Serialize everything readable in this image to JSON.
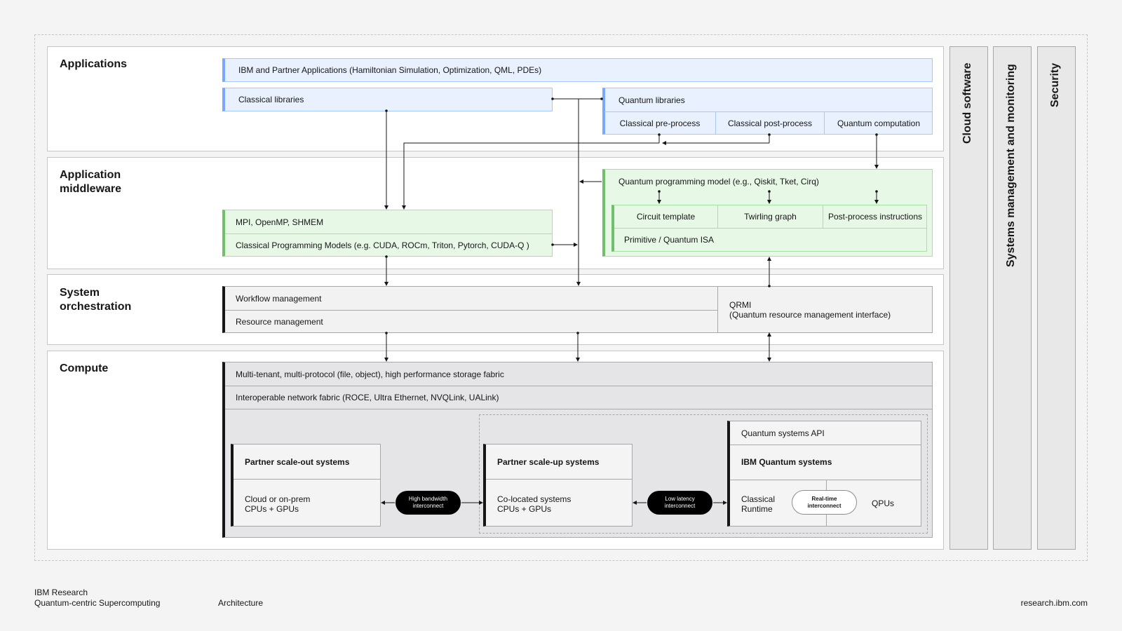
{
  "layers": {
    "applications": "Applications",
    "middleware": "Application middleware",
    "orchestration": "System orchestration",
    "compute": "Compute"
  },
  "applications": {
    "partner_apps": "IBM and Partner Applications (Hamiltonian Simulation, Optimization, QML, PDEs)",
    "classical_libraries": "Classical libraries",
    "quantum_libraries": "Quantum libraries",
    "classical_preprocess": "Classical pre-process",
    "classical_postprocess": "Classical post-process",
    "quantum_computation": "Quantum computation"
  },
  "middleware": {
    "quantum_programming_model": "Quantum programming model (e.g., Qiskit, Tket, Cirq)",
    "circuit_template": "Circuit template",
    "twirling_graph": "Twirling graph",
    "postprocess_instructions": "Post-process instructions",
    "primitive_isa": "Primitive / Quantum ISA",
    "mpi": "MPI, OpenMP, SHMEM",
    "classical_programming_models": "Classical Programming Models (e.g. CUDA, ROCm, Triton, Pytorch, CUDA-Q )"
  },
  "orchestration": {
    "workflow_management": "Workflow management",
    "resource_management": "Resource management",
    "qrmi_line1": "QRMI",
    "qrmi_line2": "(Quantum resource management interface)"
  },
  "compute": {
    "storage_fabric": "Multi-tenant, multi-protocol (file, object), high performance storage fabric",
    "network_fabric": "Interoperable network fabric (ROCE, Ultra Ethernet, NVQLink, UALink)",
    "scaleout_title": "Partner scale-out systems",
    "scaleout_line1": "Cloud or on-prem",
    "scaleout_line2": "CPUs + GPUs",
    "high_bandwidth_1": "High bandwidth",
    "high_bandwidth_2": "interconnect",
    "scaleup_title": "Partner scale-up systems",
    "scaleup_line1": "Co-located systems",
    "scaleup_line2": "CPUs + GPUs",
    "low_latency_1": "Low latency",
    "low_latency_2": "interconnect",
    "quantum_api": "Quantum systems API",
    "ibm_quantum_title": "IBM Quantum systems",
    "classical_runtime_1": "Classical",
    "classical_runtime_2": "Runtime",
    "realtime_1": "Real-time",
    "realtime_2": "interconnect",
    "qpus": "QPUs"
  },
  "side": {
    "cloud_software": "Cloud software",
    "systems_management": "Systems management and monitoring",
    "security": "Security"
  },
  "footer": {
    "org": "IBM Research",
    "program": "Quantum-centric Supercomputing",
    "topic": "Architecture",
    "url": "research.ibm.com"
  }
}
